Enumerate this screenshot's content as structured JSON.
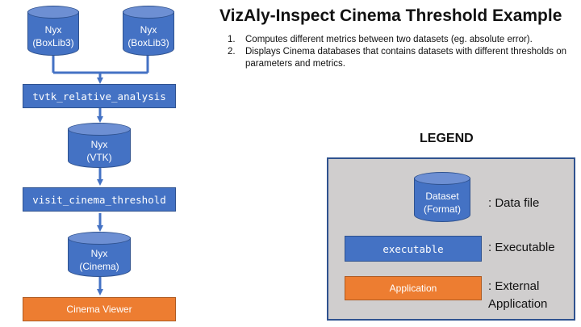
{
  "title": "VizAly-Inspect Cinema Threshold Example",
  "description": [
    {
      "num": "1.",
      "text": "Computes different metrics between two datasets (eg. absolute error)."
    },
    {
      "num": "2.",
      "text": "Displays Cinema databases that contains datasets with different thresholds on parameters and metrics."
    }
  ],
  "flow": {
    "input1": {
      "name": "Nyx",
      "format": "(BoxLib3)"
    },
    "input2": {
      "name": "Nyx",
      "format": "(BoxLib3)"
    },
    "exec1": "tvtk_relative_analysis",
    "data_vtk": {
      "name": "Nyx",
      "format": "(VTK)"
    },
    "exec2": "visit_cinema_threshold",
    "data_cinema": {
      "name": "Nyx",
      "format": "(Cinema)"
    },
    "app": "Cinema Viewer"
  },
  "legend": {
    "title": "LEGEND",
    "dataset": {
      "name": "Dataset",
      "format": "(Format)",
      "label": ": Data file"
    },
    "executable": {
      "name": "executable",
      "label": ": Executable"
    },
    "application": {
      "name": "Application",
      "label_line1": ": External",
      "label_line2": "Application"
    }
  },
  "colors": {
    "data": "#4472c4",
    "executable": "#4472c4",
    "application": "#ed7d31",
    "arrow": "#4472c4",
    "legend_bg": "#d0cece",
    "legend_border": "#2f528f"
  }
}
